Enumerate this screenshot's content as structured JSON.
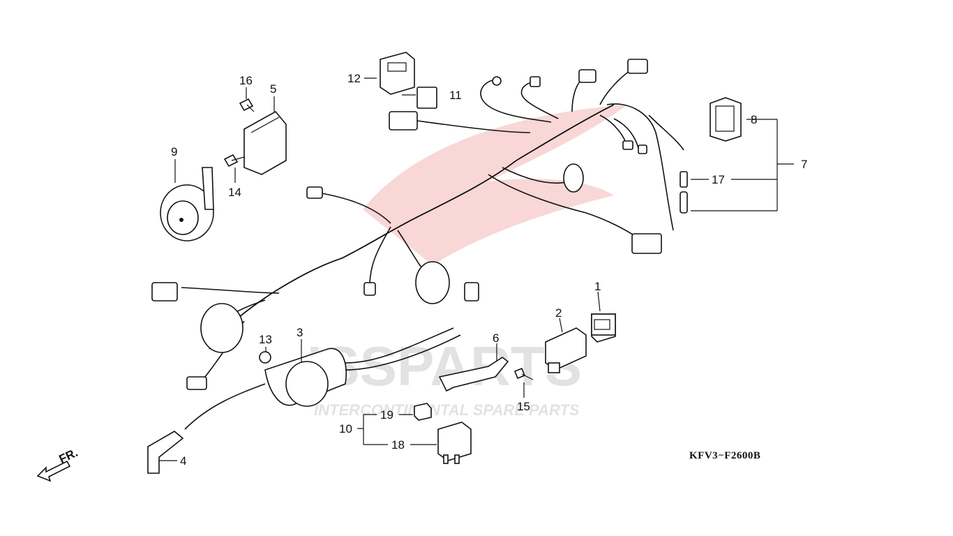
{
  "diagram": {
    "code": "KFV3−F2600B",
    "front_marker": "FR.",
    "labels": [
      "1",
      "2",
      "3",
      "4",
      "5",
      "6",
      "7",
      "8",
      "9",
      "10",
      "11",
      "12",
      "13",
      "14",
      "15",
      "16",
      "17",
      "18",
      "19"
    ]
  },
  "watermark": {
    "brand": "ISSPARTS",
    "tagline": "INTERCONTINENTAL SPARE PARTS",
    "color": "#e02020"
  }
}
